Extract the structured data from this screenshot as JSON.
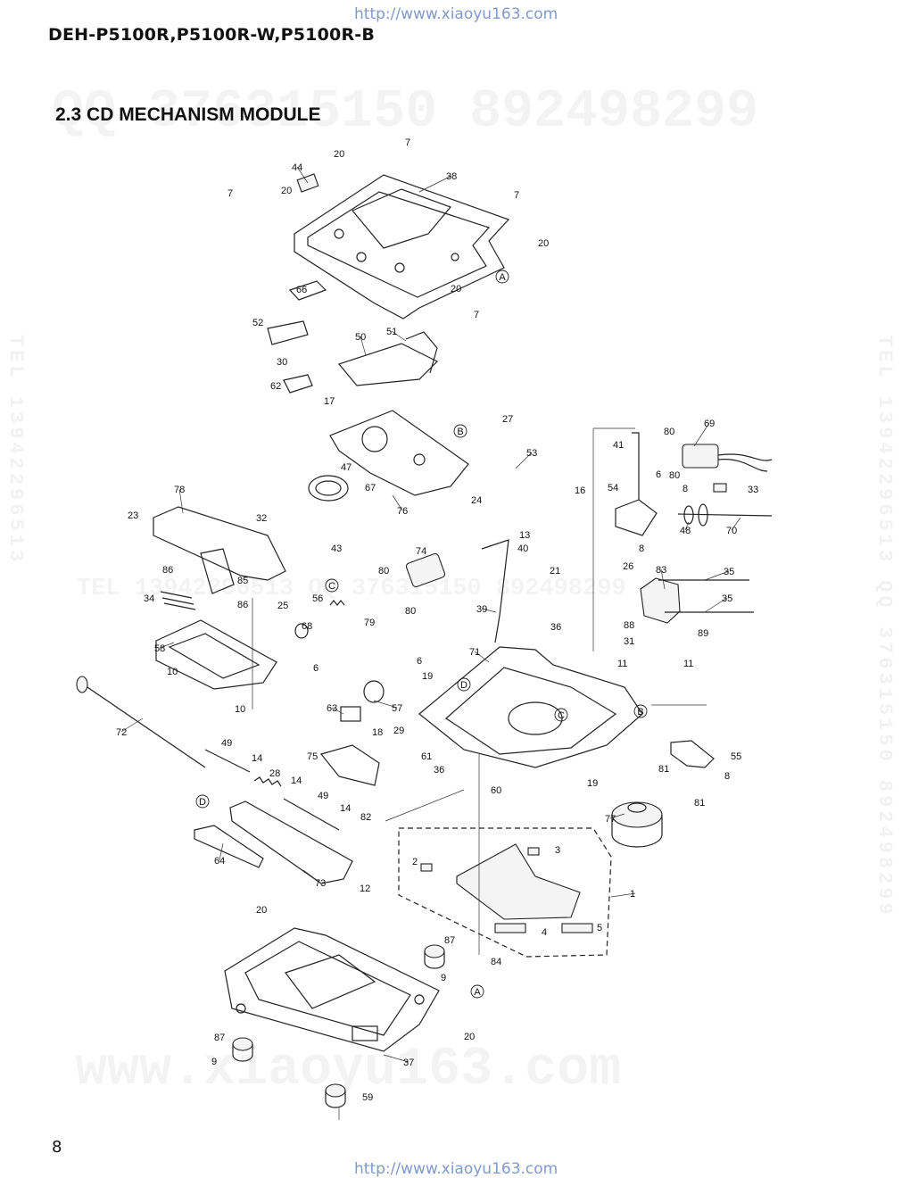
{
  "header": {
    "url_top": "http://www.xiaoyu163.com",
    "model_numbers": "DEH-P5100R,P5100R-W,P5100R-B",
    "section_title": "2.3 CD MECHANISM MODULE"
  },
  "footer": {
    "page_number": "8",
    "url_bottom": "http://www.xiaoyu163.com"
  },
  "watermarks": {
    "qq_line": "QQ 376315150   892498299",
    "tel_line": "TEL 13942296513   QQ 376315150   892498299",
    "site_line": "www.xiaoyu163.com",
    "vertical_right": "TEL 13942296513 QQ 376315150 892498299",
    "vertical_left": "TEL 13942296513"
  },
  "diagram": {
    "ref_markers": [
      "A",
      "B",
      "C",
      "D"
    ],
    "callouts": [
      {
        "id": "c7a",
        "label": "7"
      },
      {
        "id": "c20a",
        "label": "20"
      },
      {
        "id": "c44",
        "label": "44"
      },
      {
        "id": "c38",
        "label": "38"
      },
      {
        "id": "c7b",
        "label": "7"
      },
      {
        "id": "c20b",
        "label": "20"
      },
      {
        "id": "c7c",
        "label": "7"
      },
      {
        "id": "c20c",
        "label": "20"
      },
      {
        "id": "c66",
        "label": "66"
      },
      {
        "id": "c20d",
        "label": "20"
      },
      {
        "id": "c7d",
        "label": "7"
      },
      {
        "id": "c52",
        "label": "52"
      },
      {
        "id": "c50",
        "label": "50"
      },
      {
        "id": "c51",
        "label": "51"
      },
      {
        "id": "c30",
        "label": "30"
      },
      {
        "id": "c62",
        "label": "62"
      },
      {
        "id": "c17",
        "label": "17"
      },
      {
        "id": "c27",
        "label": "27"
      },
      {
        "id": "c53",
        "label": "53"
      },
      {
        "id": "c47",
        "label": "47"
      },
      {
        "id": "c67",
        "label": "67"
      },
      {
        "id": "c16",
        "label": "16"
      },
      {
        "id": "c78",
        "label": "78"
      },
      {
        "id": "c24",
        "label": "24"
      },
      {
        "id": "c76",
        "label": "76"
      },
      {
        "id": "c23",
        "label": "23"
      },
      {
        "id": "c32",
        "label": "32"
      },
      {
        "id": "c43",
        "label": "43"
      },
      {
        "id": "c41",
        "label": "41"
      },
      {
        "id": "c80a",
        "label": "80"
      },
      {
        "id": "c69",
        "label": "69"
      },
      {
        "id": "c80b",
        "label": "80"
      },
      {
        "id": "c6a",
        "label": "6"
      },
      {
        "id": "c33",
        "label": "33"
      },
      {
        "id": "c54",
        "label": "54"
      },
      {
        "id": "c8a",
        "label": "8"
      },
      {
        "id": "c48",
        "label": "48"
      },
      {
        "id": "c70",
        "label": "70"
      },
      {
        "id": "c8b",
        "label": "8"
      },
      {
        "id": "c26",
        "label": "26"
      },
      {
        "id": "c13",
        "label": "13"
      },
      {
        "id": "c40",
        "label": "40"
      },
      {
        "id": "c74",
        "label": "74"
      },
      {
        "id": "c21",
        "label": "21"
      },
      {
        "id": "c83",
        "label": "83"
      },
      {
        "id": "c35a",
        "label": "35"
      },
      {
        "id": "c86a",
        "label": "86"
      },
      {
        "id": "c85",
        "label": "85"
      },
      {
        "id": "c80c",
        "label": "80"
      },
      {
        "id": "c34",
        "label": "34"
      },
      {
        "id": "c86b",
        "label": "86"
      },
      {
        "id": "c25",
        "label": "25"
      },
      {
        "id": "c80d",
        "label": "80"
      },
      {
        "id": "c56",
        "label": "56"
      },
      {
        "id": "c39",
        "label": "39"
      },
      {
        "id": "c35b",
        "label": "35"
      },
      {
        "id": "c58",
        "label": "58"
      },
      {
        "id": "c68",
        "label": "68"
      },
      {
        "id": "c79",
        "label": "79"
      },
      {
        "id": "c36a",
        "label": "36"
      },
      {
        "id": "c88",
        "label": "88"
      },
      {
        "id": "c89",
        "label": "89"
      },
      {
        "id": "c31",
        "label": "31"
      },
      {
        "id": "c10a",
        "label": "10"
      },
      {
        "id": "c6b",
        "label": "6"
      },
      {
        "id": "c6c",
        "label": "6"
      },
      {
        "id": "c71",
        "label": "71"
      },
      {
        "id": "c11a",
        "label": "11"
      },
      {
        "id": "c11b",
        "label": "11"
      },
      {
        "id": "c19a",
        "label": "19"
      },
      {
        "id": "c57",
        "label": "57"
      },
      {
        "id": "c10b",
        "label": "10"
      },
      {
        "id": "c63",
        "label": "63"
      },
      {
        "id": "c72",
        "label": "72"
      },
      {
        "id": "c29",
        "label": "29"
      },
      {
        "id": "c18",
        "label": "18"
      },
      {
        "id": "c49a",
        "label": "49"
      },
      {
        "id": "c61",
        "label": "61"
      },
      {
        "id": "c55",
        "label": "55"
      },
      {
        "id": "c14a",
        "label": "14"
      },
      {
        "id": "c75",
        "label": "75"
      },
      {
        "id": "c36b",
        "label": "36"
      },
      {
        "id": "c81a",
        "label": "81"
      },
      {
        "id": "c28",
        "label": "28"
      },
      {
        "id": "c14b",
        "label": "14"
      },
      {
        "id": "c19b",
        "label": "19"
      },
      {
        "id": "c8c",
        "label": "8"
      },
      {
        "id": "c49b",
        "label": "49"
      },
      {
        "id": "c60",
        "label": "60"
      },
      {
        "id": "c81b",
        "label": "81"
      },
      {
        "id": "c14c",
        "label": "14"
      },
      {
        "id": "c82",
        "label": "82"
      },
      {
        "id": "c77",
        "label": "77"
      },
      {
        "id": "c3",
        "label": "3"
      },
      {
        "id": "c64",
        "label": "64"
      },
      {
        "id": "c2",
        "label": "2"
      },
      {
        "id": "c73",
        "label": "73"
      },
      {
        "id": "c12",
        "label": "12"
      },
      {
        "id": "c1",
        "label": "1"
      },
      {
        "id": "c20e",
        "label": "20"
      },
      {
        "id": "c4",
        "label": "4"
      },
      {
        "id": "c5",
        "label": "5"
      },
      {
        "id": "c87a",
        "label": "87"
      },
      {
        "id": "c84",
        "label": "84"
      },
      {
        "id": "c9a",
        "label": "9"
      },
      {
        "id": "c20f",
        "label": "20"
      },
      {
        "id": "c87b",
        "label": "87"
      },
      {
        "id": "c9b",
        "label": "9"
      },
      {
        "id": "c37",
        "label": "37"
      },
      {
        "id": "c59",
        "label": "59"
      }
    ]
  }
}
